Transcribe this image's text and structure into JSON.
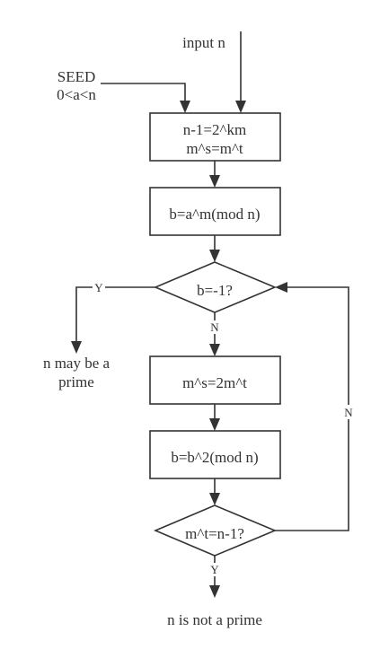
{
  "inputs": {
    "input_n": "input n",
    "seed_line1": "SEED",
    "seed_line2": "0<a<n"
  },
  "nodes": {
    "decompose_line1": "n-1=2^km",
    "decompose_line2": "m^s=m^t",
    "compute_b": "b=a^m(mod n)",
    "check_b": "b=-1?",
    "double_m": "m^s=2m^t",
    "square_b": "b=b^2(mod n)",
    "check_m": "m^t=n-1?"
  },
  "outcomes": {
    "maybe_prime_line1": "n may be a",
    "maybe_prime_line2": "prime",
    "not_prime": "n is not a prime"
  },
  "edge_labels": {
    "check_b_yes": "Y",
    "check_b_no": "N",
    "check_m_no": "N",
    "check_m_yes": "Y"
  }
}
